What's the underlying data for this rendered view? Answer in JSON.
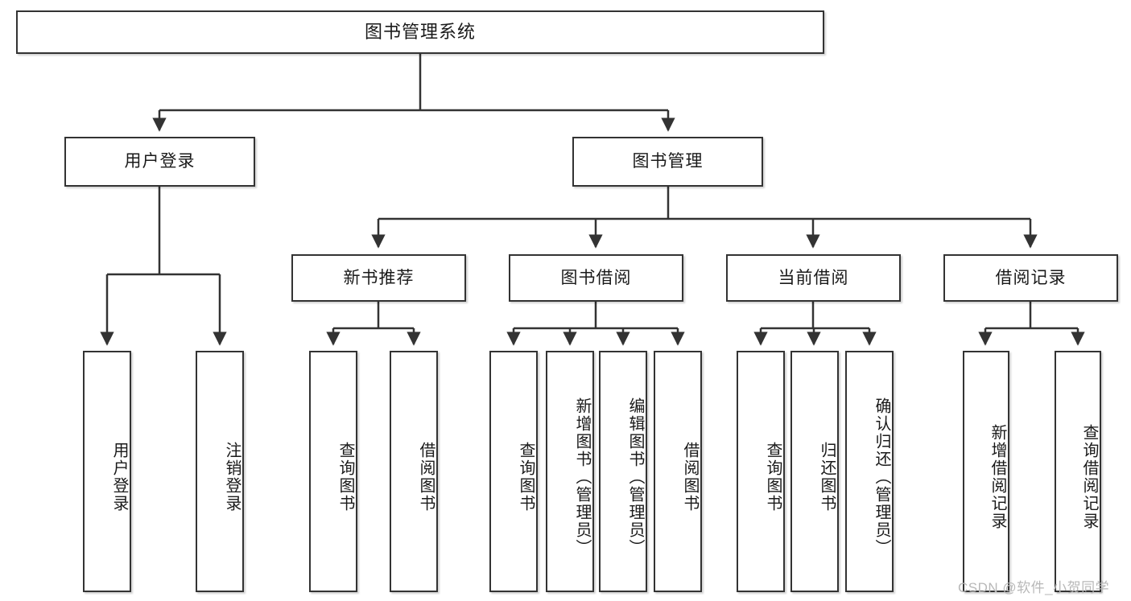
{
  "diagram": {
    "title": "图书管理系统",
    "type": "tree",
    "watermark": "CSDN @软件_小贺同学",
    "colors": {
      "box_border": "#333333",
      "box_fill": "#ffffff",
      "line": "#333333",
      "text": "#1a1a1a",
      "watermark": "#b8b8b8"
    },
    "nodes": {
      "root": {
        "label": "图书管理系统"
      },
      "level2": [
        {
          "id": "user-login",
          "label": "用户登录"
        },
        {
          "id": "book-manage",
          "label": "图书管理"
        }
      ],
      "level3": [
        {
          "id": "new-book-rec",
          "label": "新书推荐"
        },
        {
          "id": "book-borrow",
          "label": "图书借阅"
        },
        {
          "id": "current-borrow",
          "label": "当前借阅"
        },
        {
          "id": "borrow-record",
          "label": "借阅记录"
        }
      ],
      "leaves": {
        "user_login": [
          {
            "id": "leaf-user-login",
            "label": "用户登录"
          },
          {
            "id": "leaf-logout-login",
            "label": "注销登录"
          }
        ],
        "new_book_rec": [
          {
            "id": "leaf-query-book-1",
            "label": "查询图书"
          },
          {
            "id": "leaf-borrow-book-1",
            "label": "借阅图书"
          }
        ],
        "book_borrow": [
          {
            "id": "leaf-query-book-2",
            "label": "查询图书"
          },
          {
            "id": "leaf-add-book",
            "label": "新增图书（管理员）"
          },
          {
            "id": "leaf-edit-book",
            "label": "编辑图书（管理员）"
          },
          {
            "id": "leaf-borrow-book-2",
            "label": "借阅图书"
          }
        ],
        "current_borrow": [
          {
            "id": "leaf-query-book-3",
            "label": "查询图书"
          },
          {
            "id": "leaf-return-book",
            "label": "归还图书"
          },
          {
            "id": "leaf-confirm-return",
            "label": "确认归还（管理员）"
          }
        ],
        "borrow_record": [
          {
            "id": "leaf-add-record",
            "label": "新增借阅记录"
          },
          {
            "id": "leaf-query-record",
            "label": "查询借阅记录"
          }
        ]
      }
    }
  }
}
